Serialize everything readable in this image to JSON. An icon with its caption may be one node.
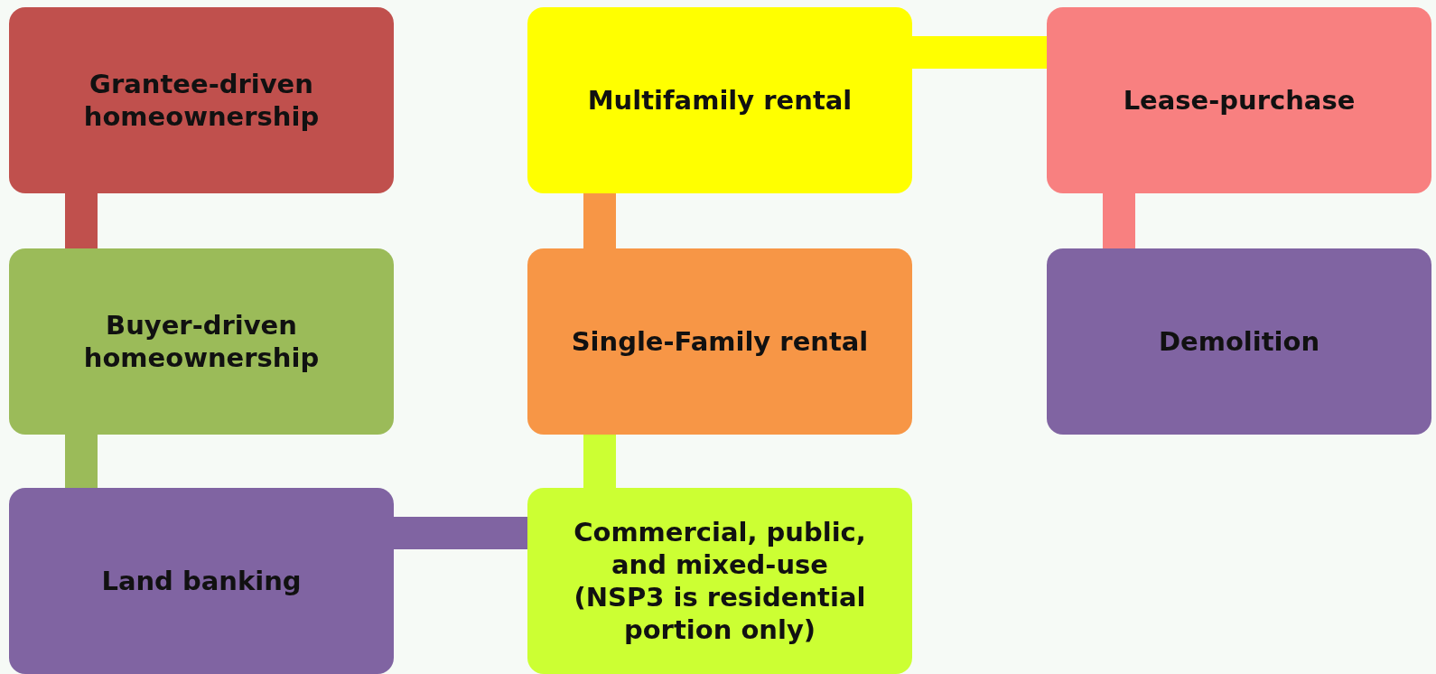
{
  "diagram": {
    "nodes": [
      {
        "text": [
          "Grantee-driven homeownership"
        ]
      },
      {
        "text": [
          "Multifamily rental"
        ]
      },
      {
        "text": [
          "Lease-purchase"
        ]
      },
      {
        "text": [
          "Buyer-driven homeownership"
        ]
      },
      {
        "text": [
          "Single-Family rental"
        ]
      },
      {
        "text": [
          "Demolition"
        ]
      },
      {
        "text": [
          "Land banking"
        ]
      },
      {
        "text": [
          "Commercial, public, and mixed-use (NSP3 is residential portion only)"
        ]
      }
    ],
    "edges": [
      {
        "from": 0,
        "to": 3,
        "arrow": "none",
        "color": "#c0504d"
      },
      {
        "from": 3,
        "to": 6,
        "arrow": "none",
        "color": "#9bbb59"
      },
      {
        "from": 6,
        "to": 7,
        "arrow": "none",
        "color": "#8064a2"
      },
      {
        "from": 7,
        "to": 4,
        "arrow": "none",
        "color": "#ccff33"
      },
      {
        "from": 4,
        "to": 1,
        "arrow": "none",
        "color": "#f79646"
      },
      {
        "from": 1,
        "to": 2,
        "arrow": "none",
        "color": "#ffff00"
      },
      {
        "from": 2,
        "to": 5,
        "arrow": "none",
        "color": "#f88080"
      }
    ]
  }
}
